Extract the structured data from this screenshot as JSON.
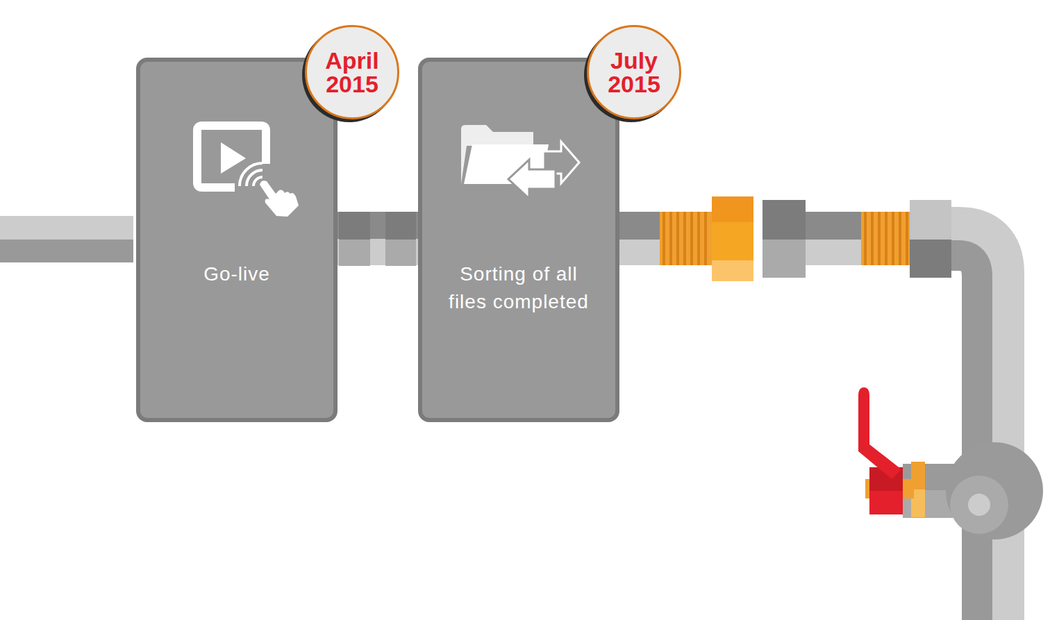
{
  "diagram": {
    "nodes": [
      {
        "text": [
          "April 2015",
          "Go-live"
        ]
      },
      {
        "text": [
          "July 2015",
          "Sorting of all files completed"
        ]
      }
    ],
    "edges": [
      {
        "from": 0,
        "to": 1,
        "arrow": "none"
      }
    ]
  }
}
